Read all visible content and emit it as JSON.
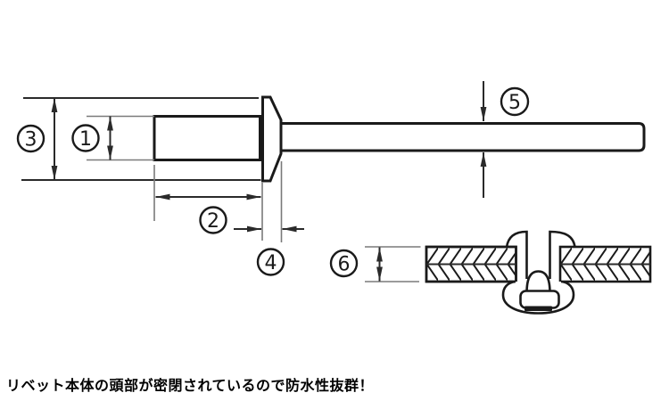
{
  "diagram": {
    "title_caption": "リベット本体の頭部が密閉されているので防水性抜群！",
    "callouts": [
      {
        "label": "1"
      },
      {
        "label": "2"
      },
      {
        "label": "3"
      },
      {
        "label": "4"
      },
      {
        "label": "5"
      },
      {
        "label": "6"
      }
    ],
    "colors": {
      "line": "#1a1a1a",
      "dim": "#2a2a2a",
      "ext": "#7a7a7a",
      "bg": "#ffffff"
    }
  }
}
